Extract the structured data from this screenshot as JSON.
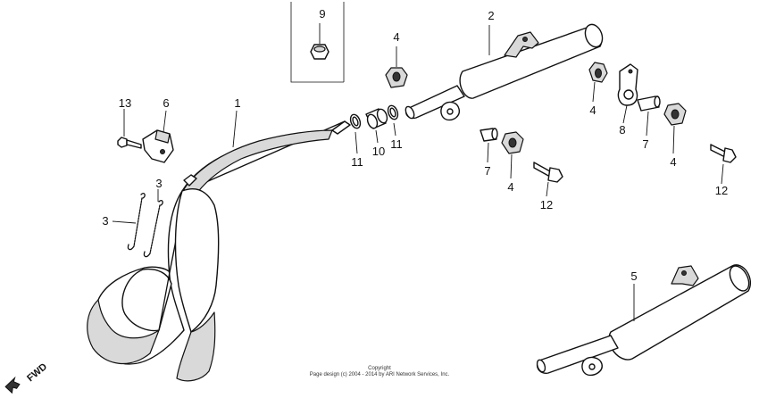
{
  "labels": {
    "p1": "1",
    "p2": "2",
    "p3a": "3",
    "p3b": "3",
    "p4a": "4",
    "p4b": "4",
    "p4c": "4",
    "p4d": "4",
    "p5": "5",
    "p6": "6",
    "p7a": "7",
    "p7b": "7",
    "p8": "8",
    "p9": "9",
    "p10": "10",
    "p11a": "11",
    "p11b": "11",
    "p12a": "12",
    "p12b": "12",
    "p13": "13"
  },
  "fwd": "FWD",
  "footer": {
    "line1": "Copyright",
    "line2": "Page design (c) 2004 - 2014 by ARI Network Services, Inc."
  }
}
